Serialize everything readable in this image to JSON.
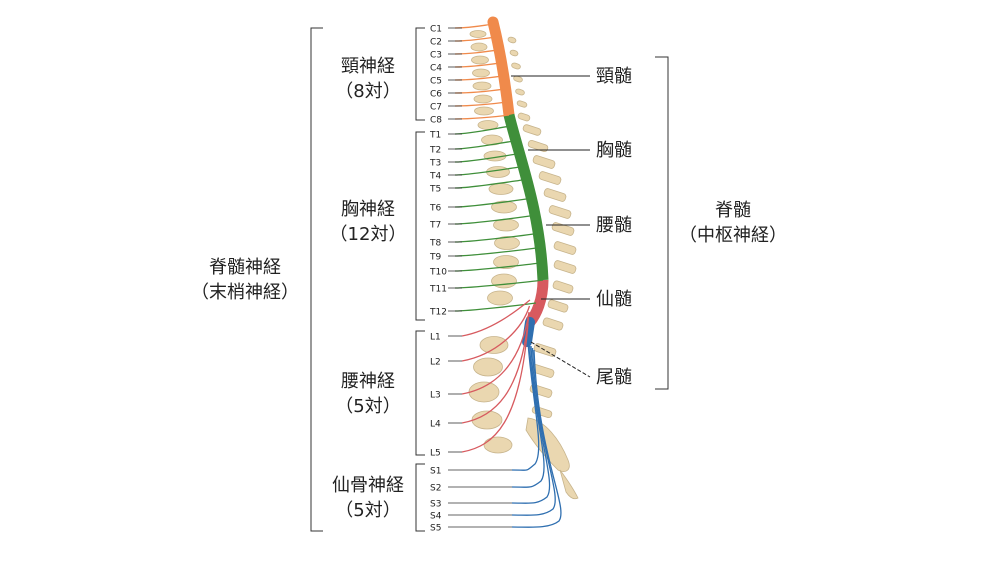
{
  "labels": {
    "spinal_nerves_title": "脊髄神経",
    "spinal_nerves_sub": "（末梢神経）",
    "cervical_nerves": "頸神経",
    "cervical_count": "（8対）",
    "thoracic_nerves": "胸神経",
    "thoracic_count": "（12対）",
    "lumbar_nerves": "腰神経",
    "lumbar_count": "（5対）",
    "sacral_nerves": "仙骨神経",
    "sacral_count": "（5対）",
    "spinal_cord_title": "脊髄",
    "spinal_cord_sub": "（中枢神経）",
    "cervical_cord": "頸髄",
    "thoracic_cord": "胸髄",
    "lumbar_cord": "腰髄",
    "sacral_cord": "仙髄",
    "coccygeal_cord": "尾髄"
  },
  "nerve_labels": {
    "cervical": [
      "C1",
      "C2",
      "C3",
      "C4",
      "C5",
      "C6",
      "C7",
      "C8"
    ],
    "thoracic": [
      "T1",
      "T2",
      "T3",
      "T4",
      "T5",
      "T6",
      "T7",
      "T8",
      "T9",
      "T10",
      "T11",
      "T12"
    ],
    "lumbar": [
      "L1",
      "L2",
      "L3",
      "L4",
      "L5"
    ],
    "sacral": [
      "S1",
      "S2",
      "S3",
      "S4",
      "S5"
    ]
  },
  "colors": {
    "cervical": "#f08a4b",
    "thoracic": "#3f8f3a",
    "lumbar": "#d75a5f",
    "sacral": "#2f6fb0",
    "bone": "#ead7b0",
    "bone_edge": "#c7b48c",
    "line": "#333333"
  }
}
